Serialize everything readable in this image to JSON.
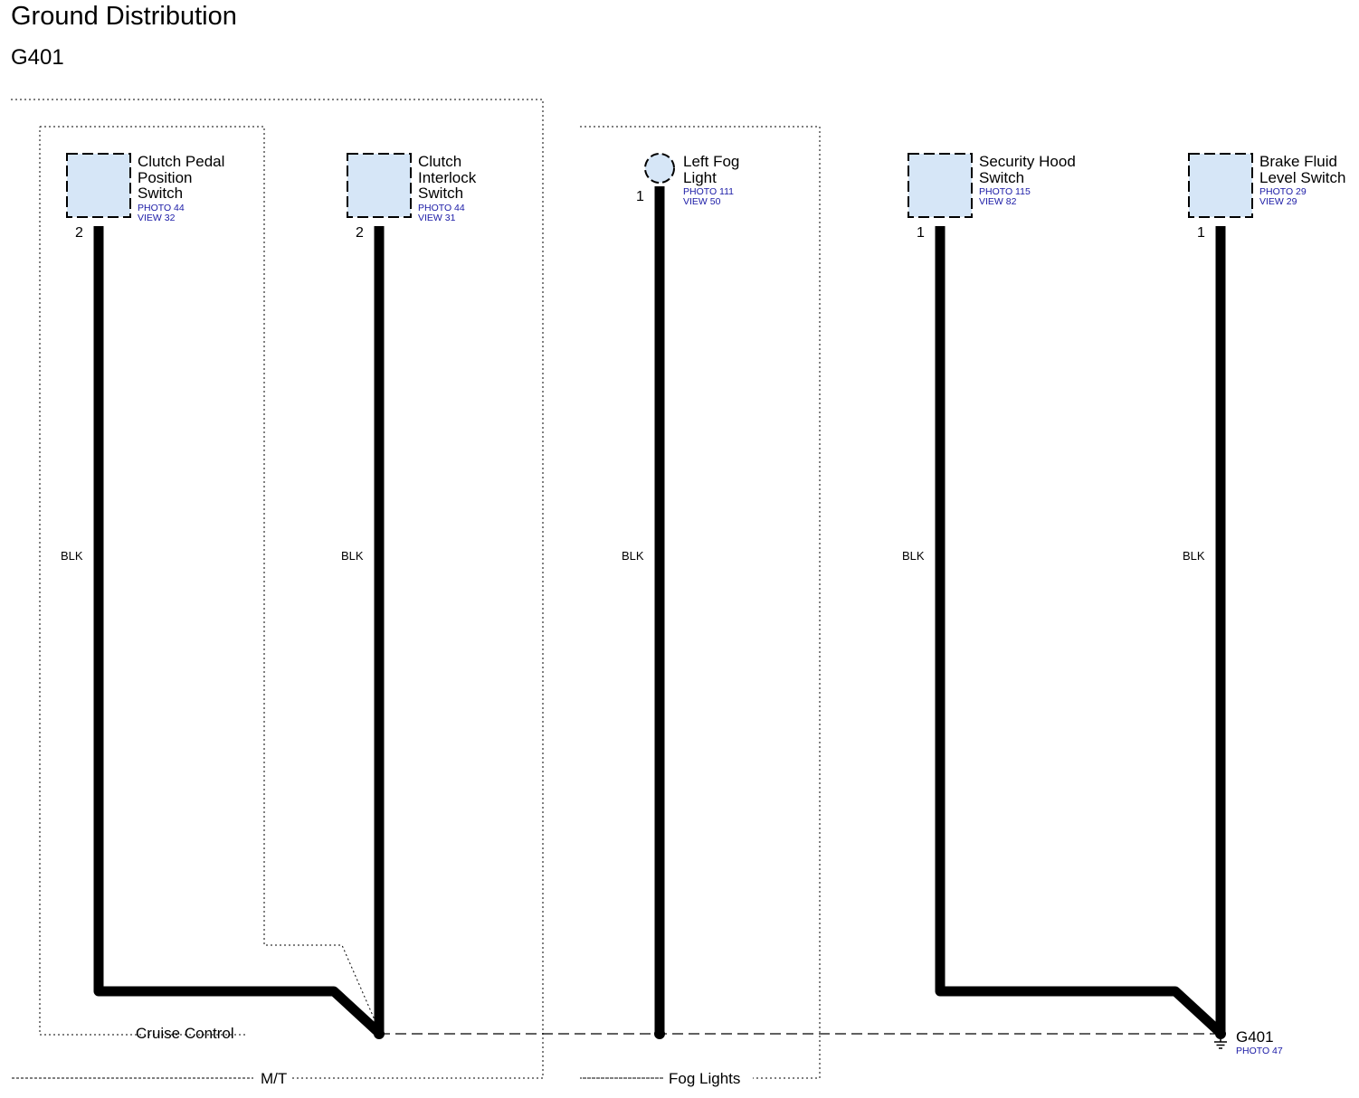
{
  "page": {
    "title": "Ground Distribution",
    "subtitle": "G401"
  },
  "groups": {
    "mt": "M/T",
    "cruise": "Cruise Control",
    "fog": "Fog Lights"
  },
  "components": [
    {
      "line1": "Clutch Pedal",
      "line2": "Position",
      "line3": "Switch",
      "ref1": "PHOTO 44",
      "ref2": "VIEW 32",
      "pin": "2",
      "wire": "BLK"
    },
    {
      "line1": "Clutch",
      "line2": "Interlock",
      "line3": "Switch",
      "ref1": "PHOTO 44",
      "ref2": "VIEW 31",
      "pin": "2",
      "wire": "BLK"
    },
    {
      "line1": "Left Fog",
      "line2": "Light",
      "line3": "",
      "ref1": "PHOTO 111",
      "ref2": "VIEW 50",
      "pin": "1",
      "wire": "BLK"
    },
    {
      "line1": "Security Hood",
      "line2": "Switch",
      "line3": "",
      "ref1": "PHOTO 115",
      "ref2": "VIEW 82",
      "pin": "1",
      "wire": "BLK"
    },
    {
      "line1": "Brake Fluid",
      "line2": "Level Switch",
      "line3": "",
      "ref1": "PHOTO 29",
      "ref2": "VIEW 29",
      "pin": "1",
      "wire": "BLK"
    }
  ],
  "ground": {
    "name": "G401",
    "ref": "PHOTO 47"
  },
  "colors": {
    "connector_fill": "#d6e6f7",
    "reference_text": "#1a1aa6",
    "wire": "#000000"
  }
}
